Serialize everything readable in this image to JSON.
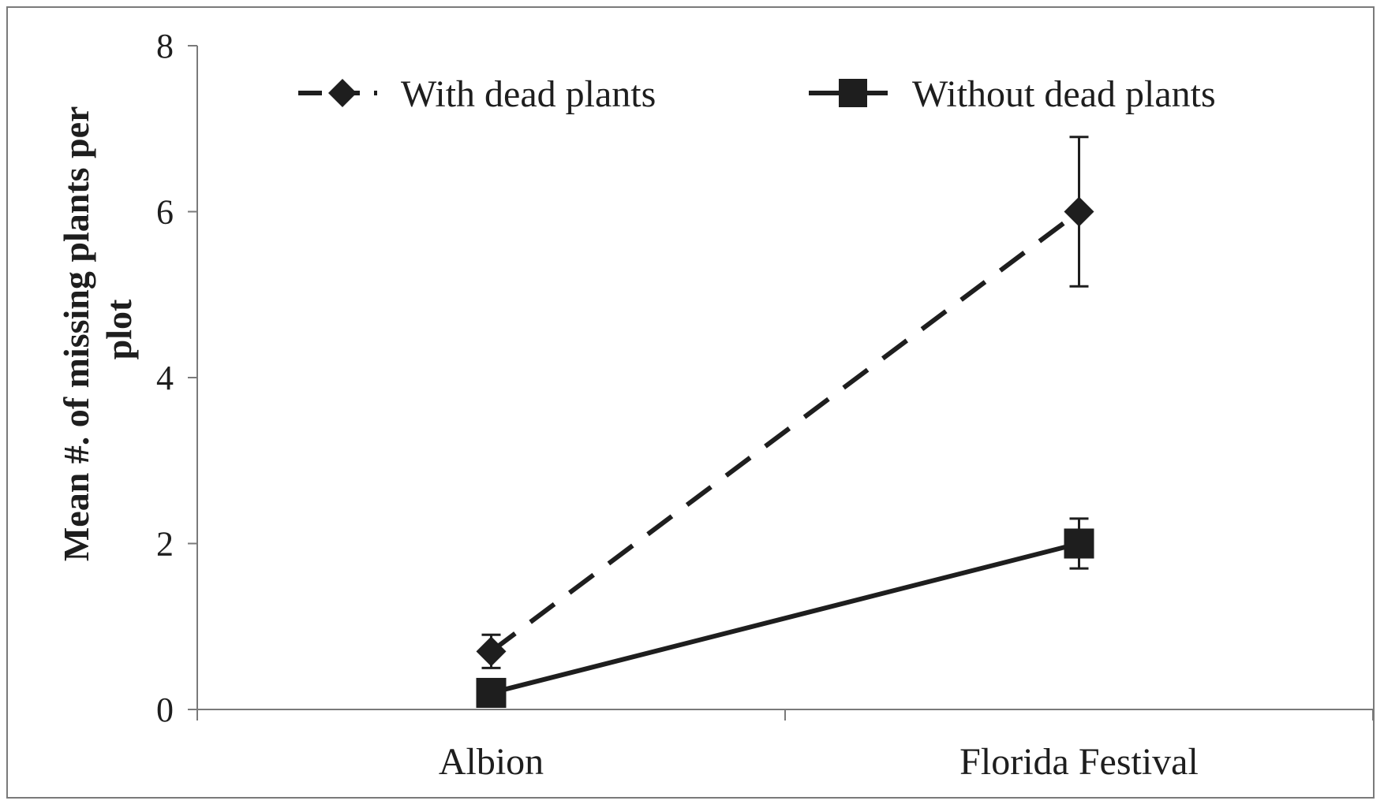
{
  "chart_data": {
    "type": "line",
    "title": "",
    "xlabel": "",
    "ylabel": [
      "Mean #. of missing plants per",
      "plot"
    ],
    "categories": [
      "Albion",
      "Florida Festival"
    ],
    "ylim": [
      0,
      8
    ],
    "yticks": [
      "0",
      "2",
      "4",
      "6",
      "8"
    ],
    "grid": false,
    "legend_position": "top",
    "series": [
      {
        "name": "With dead plants",
        "values": [
          0.7,
          6.0
        ],
        "error": [
          0.2,
          0.9
        ],
        "line_style": "dashed",
        "marker": "diamond",
        "color": "#1e1e1e"
      },
      {
        "name": "Without dead plants",
        "values": [
          0.2,
          2.0
        ],
        "error": [
          0.05,
          0.3
        ],
        "line_style": "solid",
        "marker": "square",
        "color": "#1e1e1e"
      }
    ]
  },
  "colors": {
    "axis": "#7a7a7a",
    "ink": "#1e1e1e",
    "frame": "#7a7a7a"
  }
}
